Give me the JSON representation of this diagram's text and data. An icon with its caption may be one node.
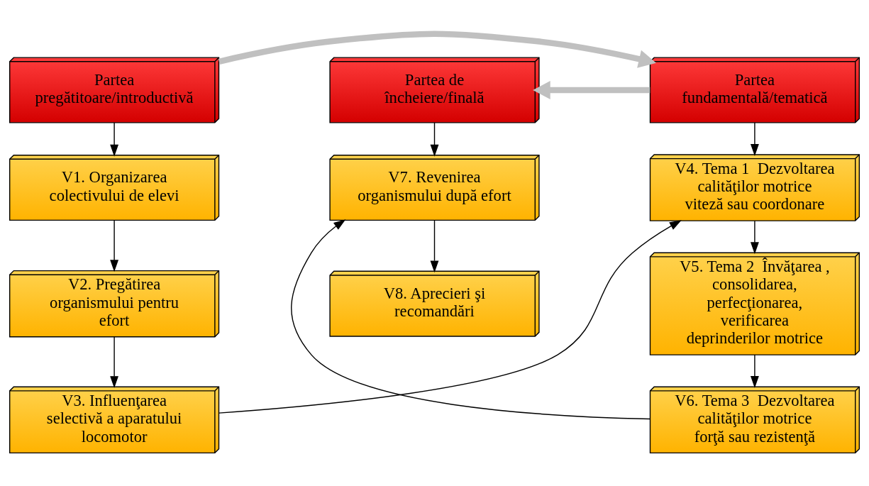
{
  "diagram": {
    "nodes": [
      {
        "text": [
          "Partea pregătitoare/introductivă"
        ]
      },
      {
        "text": [
          "Partea fundamentală/tematică"
        ]
      },
      {
        "text": [
          "Partea de încheiere/finală"
        ]
      },
      {
        "text": [
          "V1. Organizarea colectivului de elevi"
        ]
      },
      {
        "text": [
          "V2. Pregătirea organismului pentru efort"
        ]
      },
      {
        "text": [
          "V3. Influenţarea selectivă a aparatului locomotor"
        ]
      },
      {
        "text": [
          "V4. Tema 1  Dezvoltarea calităţilor motrice viteză sau coordonare"
        ]
      },
      {
        "text": [
          "V5. Tema 2  Învăţarea , consolidarea, perfecţionarea, verificarea deprinderilor motrice"
        ]
      },
      {
        "text": [
          "V6. Tema 3  Dezvoltarea calităţilor motrice forţă sau rezistenţă"
        ]
      },
      {
        "text": [
          "V7. Revenirea organismului după efort"
        ]
      },
      {
        "text": [
          "V8. Aprecieri şi recomandări"
        ]
      }
    ],
    "edges": [
      {
        "from": 0,
        "to": 1,
        "arrow": "to",
        "style": "thick",
        "color": "#c0c0c0"
      },
      {
        "from": 1,
        "to": 2,
        "arrow": "to",
        "style": "thick",
        "color": "#c0c0c0"
      },
      {
        "from": 0,
        "to": 3,
        "arrow": "to"
      },
      {
        "from": 3,
        "to": 4,
        "arrow": "to"
      },
      {
        "from": 4,
        "to": 5,
        "arrow": "to"
      },
      {
        "from": 5,
        "to": 6,
        "arrow": "to"
      },
      {
        "from": 1,
        "to": 6,
        "arrow": "to"
      },
      {
        "from": 6,
        "to": 7,
        "arrow": "to"
      },
      {
        "from": 7,
        "to": 8,
        "arrow": "to"
      },
      {
        "from": 8,
        "to": 9,
        "arrow": "to"
      },
      {
        "from": 2,
        "to": 9,
        "arrow": "to"
      },
      {
        "from": 9,
        "to": 10,
        "arrow": "to"
      }
    ]
  }
}
